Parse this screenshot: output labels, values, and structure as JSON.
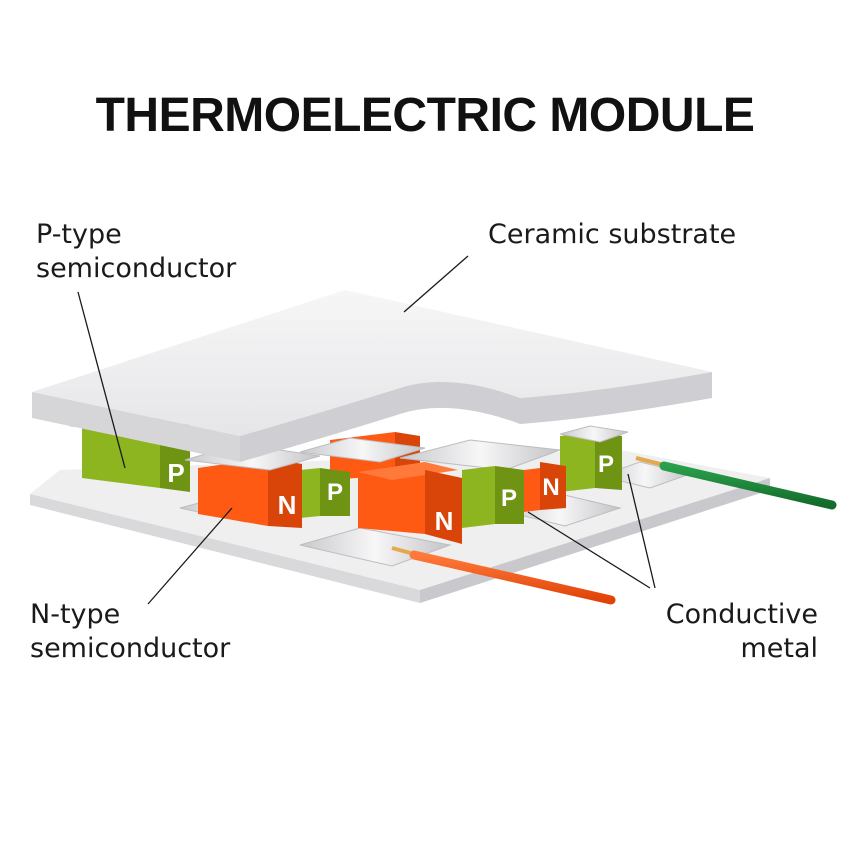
{
  "title": "THERMOELECTRIC MODULE",
  "labels": {
    "p_type": [
      "P-type",
      "semiconductor"
    ],
    "n_type": [
      "N-type",
      "semiconductor"
    ],
    "ceramic": [
      "Ceramic substrate"
    ],
    "metal": [
      "Conductive",
      "metal"
    ]
  },
  "block_letters": {
    "p": "P",
    "n": "N"
  },
  "colors": {
    "p_type": "#8cb51f",
    "n_type": "#ff5a14",
    "ceramic": "#eeeeef",
    "wire_green": "#1f8a3c",
    "wire_orange": "#ff5a14",
    "copper": "#e2a94f"
  }
}
